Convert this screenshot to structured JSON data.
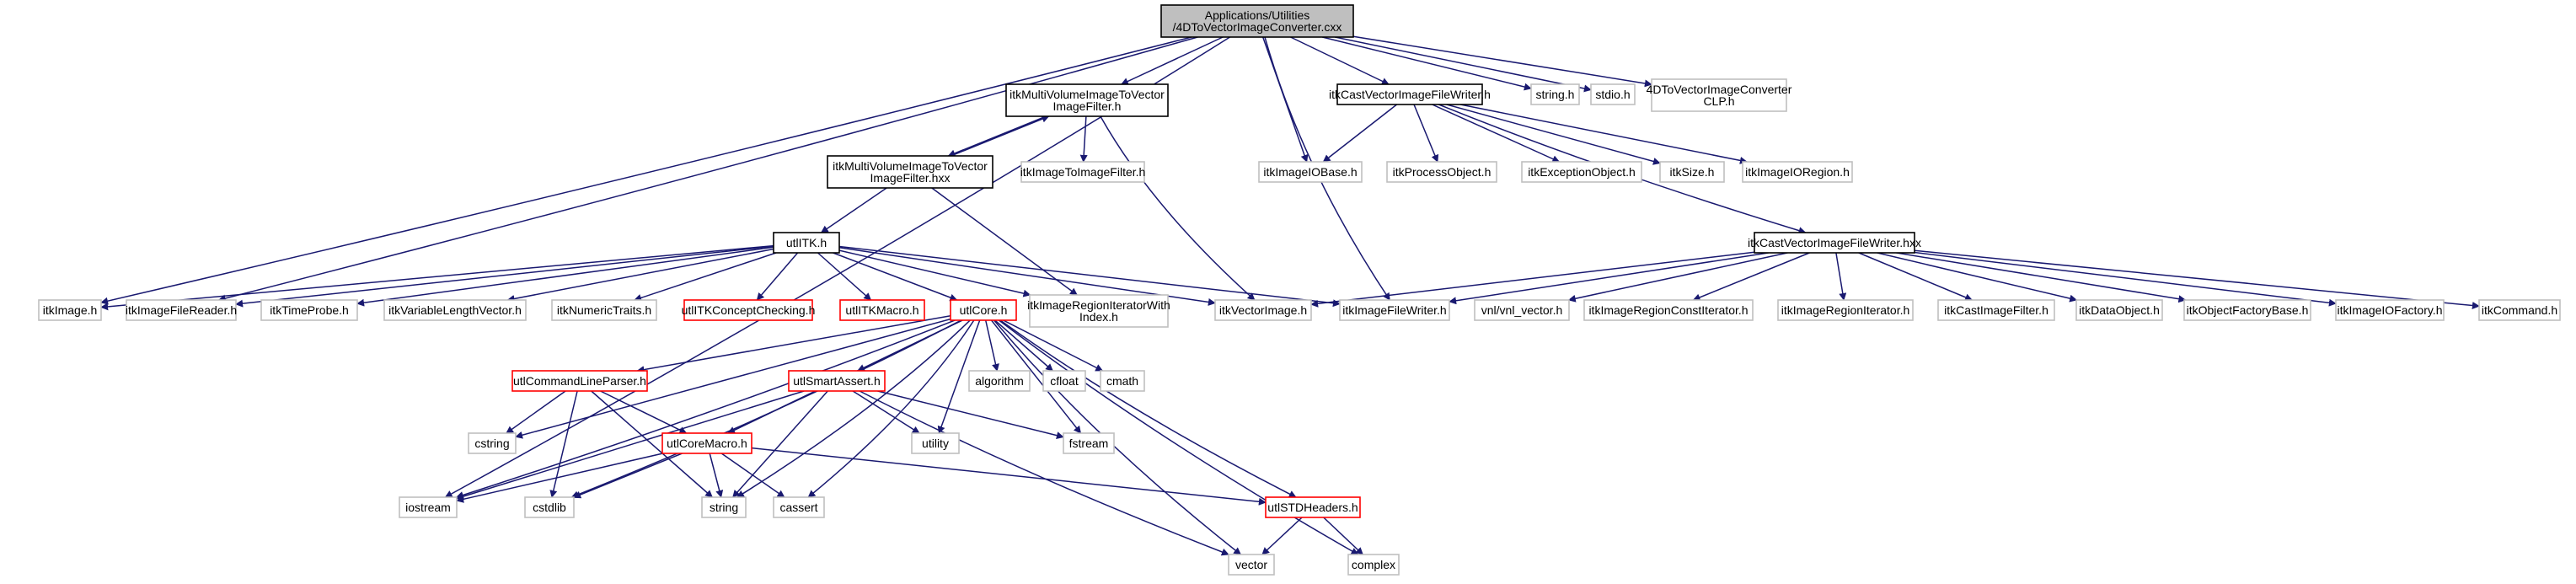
{
  "diagram": {
    "colors": {
      "edge": "#191970",
      "root_fill": "#bfbfbf",
      "root_border": "#000000",
      "normal_border": "#000000",
      "external_border": "#bfbfbf",
      "missing_border": "#ff0000",
      "fill": "#ffffff"
    },
    "nodes": [
      {
        "id": "root",
        "lines": [
          "Applications/Utilities",
          "/4DToVectorImageConverter.cxx"
        ],
        "kind": "root"
      },
      {
        "id": "mvfh",
        "lines": [
          "itkMultiVolumeImageToVector",
          "ImageFilter.h"
        ],
        "kind": "normal"
      },
      {
        "id": "cvfwh",
        "lines": [
          "itkCastVectorImageFileWriter.h"
        ],
        "kind": "normal"
      },
      {
        "id": "stringh",
        "lines": [
          "string.h"
        ],
        "kind": "external"
      },
      {
        "id": "stdioh",
        "lines": [
          "stdio.h"
        ],
        "kind": "external"
      },
      {
        "id": "clp",
        "lines": [
          "4DToVectorImageConverter",
          "CLP.h"
        ],
        "kind": "external"
      },
      {
        "id": "mvfhxx",
        "lines": [
          "itkMultiVolumeImageToVector",
          "ImageFilter.hxx"
        ],
        "kind": "normal"
      },
      {
        "id": "i2if",
        "lines": [
          "itkImageToImageFilter.h"
        ],
        "kind": "external"
      },
      {
        "id": "iiobase",
        "lines": [
          "itkImageIOBase.h"
        ],
        "kind": "external"
      },
      {
        "id": "procobj",
        "lines": [
          "itkProcessObject.h"
        ],
        "kind": "external"
      },
      {
        "id": "excobj",
        "lines": [
          "itkExceptionObject.h"
        ],
        "kind": "external"
      },
      {
        "id": "sizeh",
        "lines": [
          "itkSize.h"
        ],
        "kind": "external"
      },
      {
        "id": "ioregion",
        "lines": [
          "itkImageIORegion.h"
        ],
        "kind": "external"
      },
      {
        "id": "utlitk",
        "lines": [
          "utlITK.h"
        ],
        "kind": "normal"
      },
      {
        "id": "cvfwhxx",
        "lines": [
          "itkCastVectorImageFileWriter.hxx"
        ],
        "kind": "normal"
      },
      {
        "id": "image",
        "lines": [
          "itkImage.h"
        ],
        "kind": "external"
      },
      {
        "id": "filereader",
        "lines": [
          "itkImageFileReader.h"
        ],
        "kind": "external"
      },
      {
        "id": "timeprobe",
        "lines": [
          "itkTimeProbe.h"
        ],
        "kind": "external"
      },
      {
        "id": "varlen",
        "lines": [
          "itkVariableLengthVector.h"
        ],
        "kind": "external"
      },
      {
        "id": "numtraits",
        "lines": [
          "itkNumericTraits.h"
        ],
        "kind": "external"
      },
      {
        "id": "concept",
        "lines": [
          "utlITKConceptChecking.h"
        ],
        "kind": "missing"
      },
      {
        "id": "itkmacro",
        "lines": [
          "utlITKMacro.h"
        ],
        "kind": "missing"
      },
      {
        "id": "utlcore",
        "lines": [
          "utlCore.h"
        ],
        "kind": "missing"
      },
      {
        "id": "regiter",
        "lines": [
          "itkImageRegionIteratorWith",
          "Index.h"
        ],
        "kind": "external"
      },
      {
        "id": "vecimage",
        "lines": [
          "itkVectorImage.h"
        ],
        "kind": "external"
      },
      {
        "id": "filewriter",
        "lines": [
          "itkImageFileWriter.h"
        ],
        "kind": "external"
      },
      {
        "id": "vnl",
        "lines": [
          "vnl/vnl_vector.h"
        ],
        "kind": "external"
      },
      {
        "id": "regconstiter",
        "lines": [
          "itkImageRegionConstIterator.h"
        ],
        "kind": "external"
      },
      {
        "id": "regiterh",
        "lines": [
          "itkImageRegionIterator.h"
        ],
        "kind": "external"
      },
      {
        "id": "castfilter",
        "lines": [
          "itkCastImageFilter.h"
        ],
        "kind": "external"
      },
      {
        "id": "dataobj",
        "lines": [
          "itkDataObject.h"
        ],
        "kind": "external"
      },
      {
        "id": "objfactory",
        "lines": [
          "itkObjectFactoryBase.h"
        ],
        "kind": "external"
      },
      {
        "id": "iofactory",
        "lines": [
          "itkImageIOFactory.h"
        ],
        "kind": "external"
      },
      {
        "id": "command",
        "lines": [
          "itkCommand.h"
        ],
        "kind": "external"
      },
      {
        "id": "cmdparser",
        "lines": [
          "utlCommandLineParser.h"
        ],
        "kind": "missing"
      },
      {
        "id": "smartassert",
        "lines": [
          "utlSmartAssert.h"
        ],
        "kind": "missing"
      },
      {
        "id": "algorithm",
        "lines": [
          "algorithm"
        ],
        "kind": "external"
      },
      {
        "id": "cfloat",
        "lines": [
          "cfloat"
        ],
        "kind": "external"
      },
      {
        "id": "cmath",
        "lines": [
          "cmath"
        ],
        "kind": "external"
      },
      {
        "id": "cstring",
        "lines": [
          "cstring"
        ],
        "kind": "external"
      },
      {
        "id": "coremacro",
        "lines": [
          "utlCoreMacro.h"
        ],
        "kind": "missing"
      },
      {
        "id": "utility",
        "lines": [
          "utility"
        ],
        "kind": "external"
      },
      {
        "id": "fstream",
        "lines": [
          "fstream"
        ],
        "kind": "external"
      },
      {
        "id": "stdheaders",
        "lines": [
          "utlSTDHeaders.h"
        ],
        "kind": "missing"
      },
      {
        "id": "iostream",
        "lines": [
          "iostream"
        ],
        "kind": "external"
      },
      {
        "id": "cstdlib",
        "lines": [
          "cstdlib"
        ],
        "kind": "external"
      },
      {
        "id": "string",
        "lines": [
          "string"
        ],
        "kind": "external"
      },
      {
        "id": "cassert",
        "lines": [
          "cassert"
        ],
        "kind": "external"
      },
      {
        "id": "vector",
        "lines": [
          "vector"
        ],
        "kind": "external"
      },
      {
        "id": "complex",
        "lines": [
          "complex"
        ],
        "kind": "external"
      }
    ],
    "edges": [
      [
        "root",
        "mvfh"
      ],
      [
        "root",
        "cvfwh"
      ],
      [
        "root",
        "stringh"
      ],
      [
        "root",
        "stdioh"
      ],
      [
        "root",
        "clp"
      ],
      [
        "root",
        "image"
      ],
      [
        "root",
        "filereader"
      ],
      [
        "root",
        "iiobase"
      ],
      [
        "root",
        "filewriter"
      ],
      [
        "root",
        "iostream"
      ],
      [
        "mvfh",
        "mvfhxx"
      ],
      [
        "mvfh",
        "i2if"
      ],
      [
        "mvfh",
        "vecimage"
      ],
      [
        "mvfhxx",
        "mvfh"
      ],
      [
        "mvfhxx",
        "utlitk"
      ],
      [
        "mvfhxx",
        "regiter"
      ],
      [
        "cvfwh",
        "iiobase"
      ],
      [
        "cvfwh",
        "procobj"
      ],
      [
        "cvfwh",
        "excobj"
      ],
      [
        "cvfwh",
        "sizeh"
      ],
      [
        "cvfwh",
        "ioregion"
      ],
      [
        "cvfwh",
        "cvfwhxx"
      ],
      [
        "utlitk",
        "image"
      ],
      [
        "utlitk",
        "filereader"
      ],
      [
        "utlitk",
        "timeprobe"
      ],
      [
        "utlitk",
        "varlen"
      ],
      [
        "utlitk",
        "numtraits"
      ],
      [
        "utlitk",
        "concept"
      ],
      [
        "utlitk",
        "itkmacro"
      ],
      [
        "utlitk",
        "utlcore"
      ],
      [
        "utlitk",
        "regiter"
      ],
      [
        "utlitk",
        "vecimage"
      ],
      [
        "utlitk",
        "filewriter"
      ],
      [
        "cvfwhxx",
        "vecimage"
      ],
      [
        "cvfwhxx",
        "filewriter"
      ],
      [
        "cvfwhxx",
        "vnl"
      ],
      [
        "cvfwhxx",
        "regconstiter"
      ],
      [
        "cvfwhxx",
        "regiterh"
      ],
      [
        "cvfwhxx",
        "castfilter"
      ],
      [
        "cvfwhxx",
        "dataobj"
      ],
      [
        "cvfwhxx",
        "objfactory"
      ],
      [
        "cvfwhxx",
        "iofactory"
      ],
      [
        "cvfwhxx",
        "command"
      ],
      [
        "utlcore",
        "cmdparser"
      ],
      [
        "utlcore",
        "smartassert"
      ],
      [
        "utlcore",
        "algorithm"
      ],
      [
        "utlcore",
        "cfloat"
      ],
      [
        "utlcore",
        "cmath"
      ],
      [
        "utlcore",
        "cstring"
      ],
      [
        "utlcore",
        "coremacro"
      ],
      [
        "utlcore",
        "utility"
      ],
      [
        "utlcore",
        "fstream"
      ],
      [
        "utlcore",
        "stdheaders"
      ],
      [
        "utlcore",
        "iostream"
      ],
      [
        "utlcore",
        "cstdlib"
      ],
      [
        "utlcore",
        "string"
      ],
      [
        "utlcore",
        "cassert"
      ],
      [
        "utlcore",
        "vector"
      ],
      [
        "utlcore",
        "complex"
      ],
      [
        "cmdparser",
        "cstring"
      ],
      [
        "cmdparser",
        "coremacro"
      ],
      [
        "cmdparser",
        "cstdlib"
      ],
      [
        "cmdparser",
        "string"
      ],
      [
        "smartassert",
        "coremacro"
      ],
      [
        "smartassert",
        "utility"
      ],
      [
        "smartassert",
        "fstream"
      ],
      [
        "smartassert",
        "iostream"
      ],
      [
        "smartassert",
        "string"
      ],
      [
        "smartassert",
        "vector"
      ],
      [
        "coremacro",
        "stdheaders"
      ],
      [
        "coremacro",
        "iostream"
      ],
      [
        "coremacro",
        "cstdlib"
      ],
      [
        "coremacro",
        "string"
      ],
      [
        "coremacro",
        "cassert"
      ],
      [
        "stdheaders",
        "vector"
      ],
      [
        "stdheaders",
        "complex"
      ]
    ]
  }
}
